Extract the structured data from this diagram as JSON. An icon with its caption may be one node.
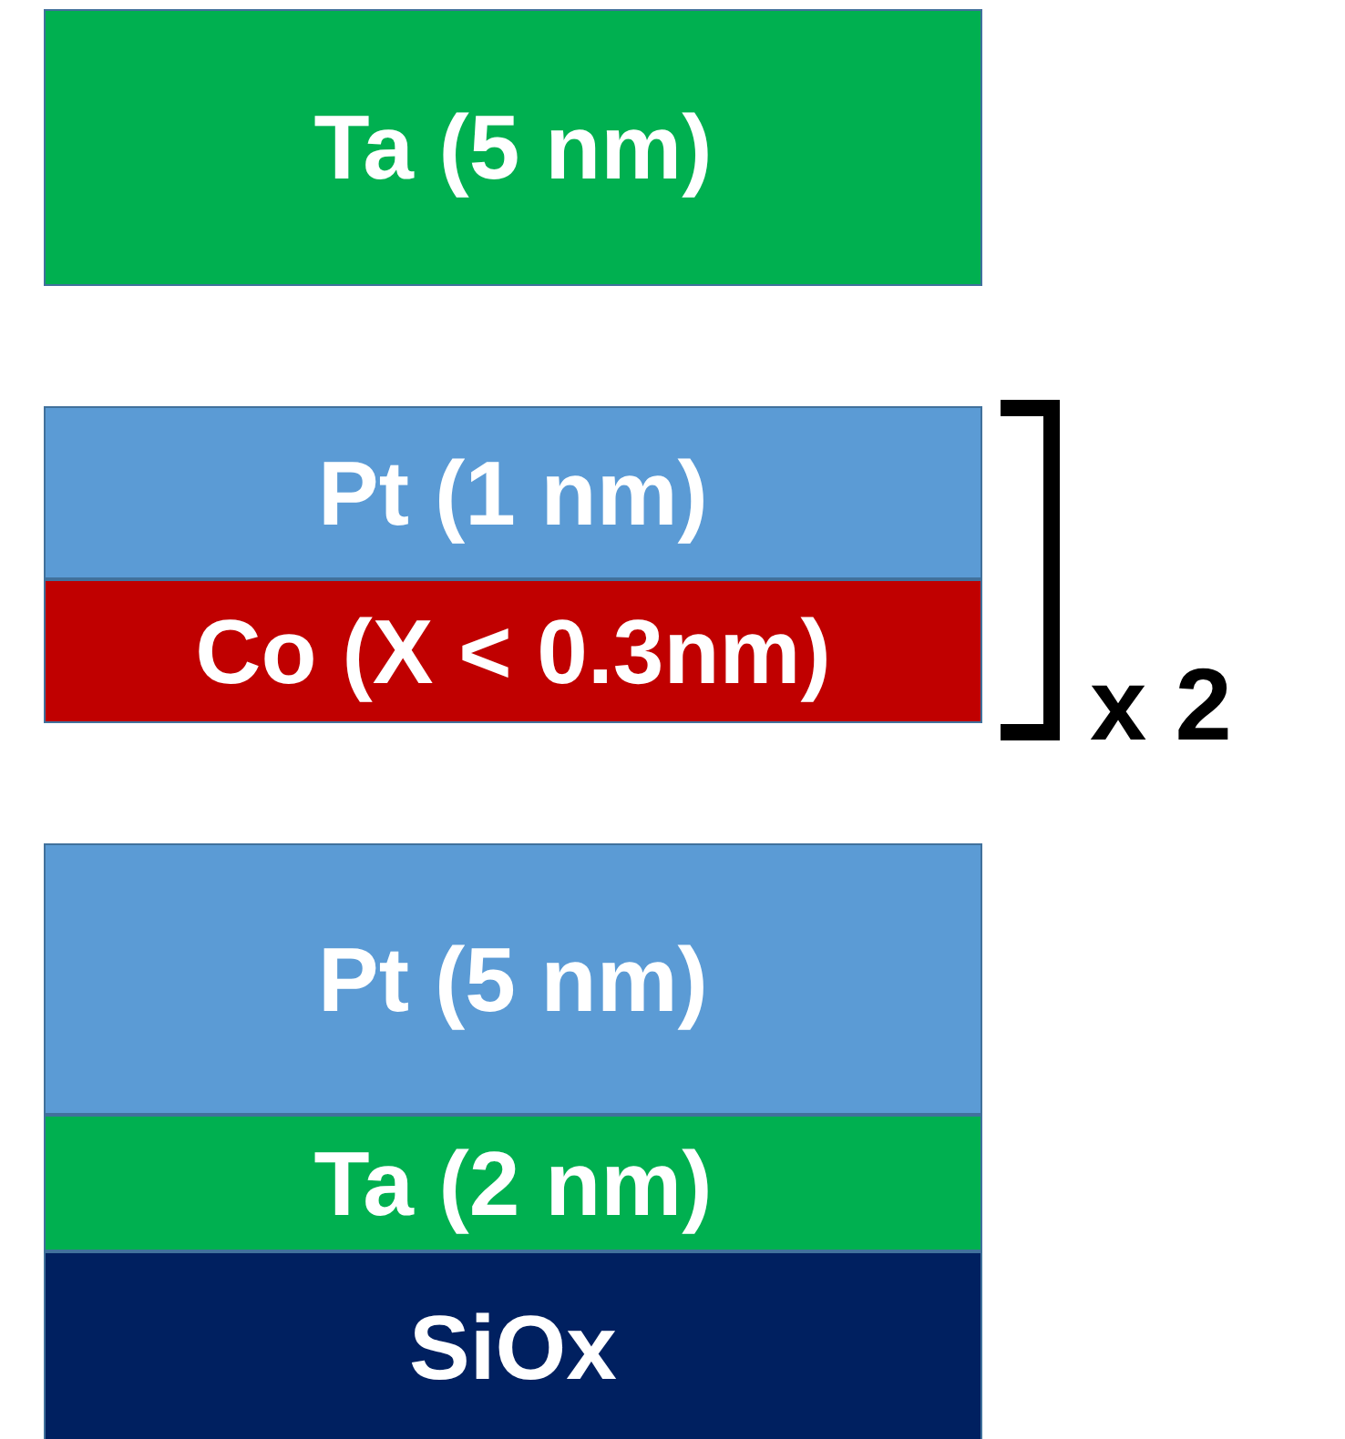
{
  "diagram": {
    "nodes": [
      {
        "text": [
          "Ta (5 nm)"
        ]
      },
      {
        "text": [
          "Pt (1 nm)"
        ]
      },
      {
        "text": [
          "Co (X < 0.3nm)"
        ]
      },
      {
        "text": [
          "Pt (5 nm)"
        ]
      },
      {
        "text": [
          "Ta (2 nm)"
        ]
      },
      {
        "text": [
          "SiOx"
        ]
      }
    ],
    "edges": [],
    "labels": [
      "x 2"
    ]
  }
}
